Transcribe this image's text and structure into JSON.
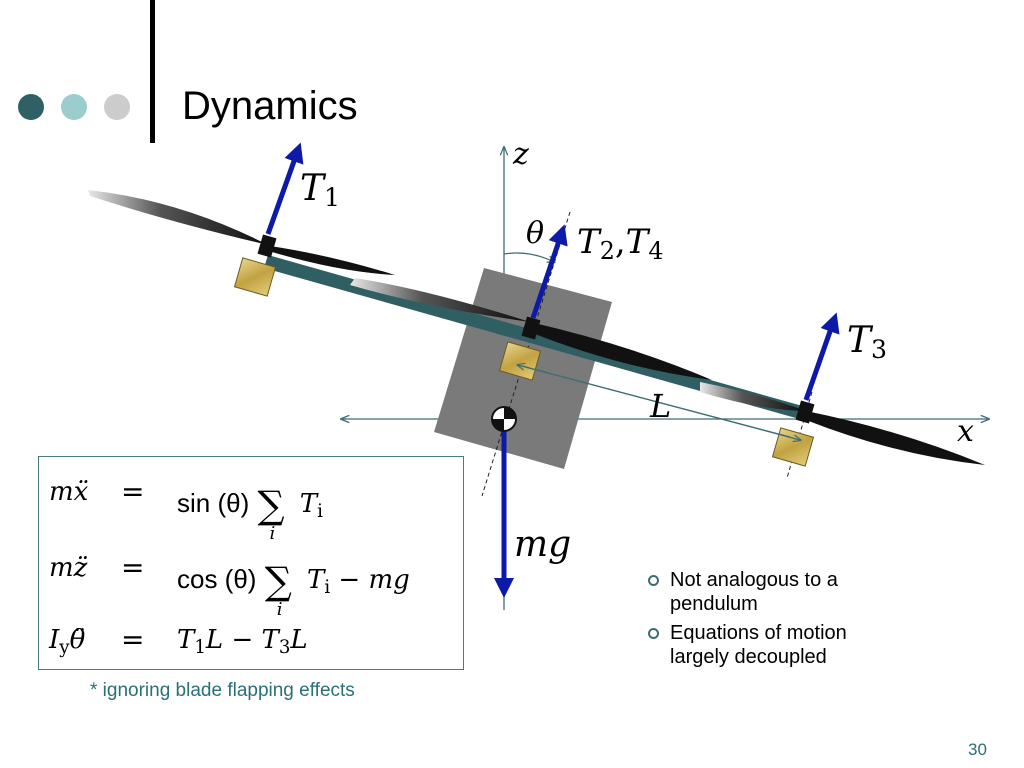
{
  "slide": {
    "title": "Dynamics",
    "page_number": "30",
    "footnote": "* ignoring blade flapping effects",
    "dot_colors": [
      "#2f6066",
      "#9bcdcf",
      "#cccccc"
    ]
  },
  "diagram": {
    "labels": {
      "T1": "T",
      "T1_sub": "1",
      "T2": "T",
      "T2_sub": "2",
      "T2_sep": ",",
      "T4": "T",
      "T4_sub": "4",
      "T3": "T",
      "T3_sub": "3",
      "theta": "θ",
      "z_axis": "z",
      "x_axis": "x",
      "length": "L",
      "weight": "mg"
    },
    "colors": {
      "arrow": "#0d1aa8",
      "axis": "#3e6e73",
      "body": "#7a7a7a",
      "motor": "#cfb45a"
    }
  },
  "equations": [
    {
      "lhs": "mẍ",
      "eq": "=",
      "fn": "sin (θ)",
      "sum_index": "i",
      "term": "T",
      "term_sub": "i",
      "rest": ""
    },
    {
      "lhs": "mz̈",
      "eq": "=",
      "fn": "cos (θ)",
      "sum_index": "i",
      "term": "T",
      "term_sub": "i",
      "rest": " − mg"
    },
    {
      "lhs": "I",
      "lhs_sub": "y",
      "lhs_tail": "θ̈",
      "eq": "=",
      "rhs": "T",
      "rhs_sub1": "1",
      "rhs_mid": "L − T",
      "rhs_sub2": "3",
      "rhs_tail": "L"
    }
  ],
  "bullets": [
    "Not analogous to a pendulum",
    "Equations of motion largely decoupled"
  ]
}
